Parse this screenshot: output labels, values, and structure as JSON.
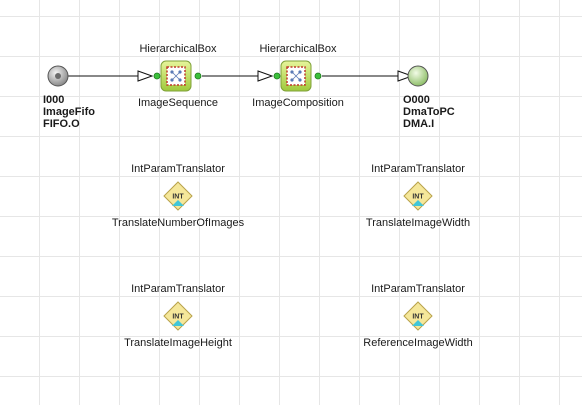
{
  "source_node": {
    "id": "I000",
    "name": "ImageFifo",
    "port": "FIFO.O"
  },
  "target_node": {
    "id": "O000",
    "name": "DmaToPC",
    "port": "DMA.I"
  },
  "boxes": [
    {
      "type": "HierarchicalBox",
      "name": "ImageSequence"
    },
    {
      "type": "HierarchicalBox",
      "name": "ImageComposition"
    }
  ],
  "translators": [
    {
      "type": "IntParamTranslator",
      "name": "TranslateNumberOfImages",
      "badge": "INT"
    },
    {
      "type": "IntParamTranslator",
      "name": "TranslateImageWidth",
      "badge": "INT"
    },
    {
      "type": "IntParamTranslator",
      "name": "TranslateImageHeight",
      "badge": "INT"
    },
    {
      "type": "IntParamTranslator",
      "name": "ReferenceImageWidth",
      "badge": "INT"
    }
  ]
}
